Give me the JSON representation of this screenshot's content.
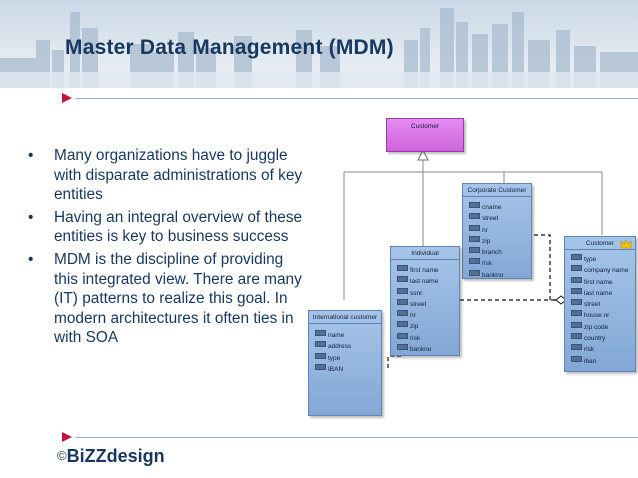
{
  "slide": {
    "title": "Master Data Management (MDM)",
    "bullets": [
      "Many organizations have to juggle with disparate administrations of key entities",
      "Having an integral overview of these entities is key to business success",
      "MDM is the discipline of providing this integrated view. There are many (IT) patterns to realize this goal. In modern architectures it often ties in with SOA"
    ],
    "logo": {
      "copyright": "©",
      "name": "BiZZdesign"
    }
  },
  "diagram": {
    "customer_super": {
      "name": "Customer"
    },
    "corporate": {
      "name": "Corporate Customer",
      "attributes": [
        "cname",
        "street",
        "nr",
        "zip",
        "branch",
        "risk",
        "bankno"
      ]
    },
    "individual": {
      "name": "Individual",
      "attributes": [
        "first name",
        "last name",
        "ssnr",
        "street",
        "nr",
        "zip",
        "risk",
        "bankno"
      ]
    },
    "international": {
      "name": "International customer",
      "attributes": [
        "name",
        "address",
        "type",
        "IBAN"
      ]
    },
    "customer_master": {
      "name": "Customer",
      "attributes": [
        "type",
        "company name",
        "first name",
        "last name",
        "street",
        "house nr",
        "zip code",
        "country",
        "risk",
        "iban"
      ]
    }
  },
  "colors": {
    "title": "#17375e",
    "accent_arrow": "#c0143c",
    "class_fill": "#93b4df",
    "super_fill": "#dc78e8"
  }
}
